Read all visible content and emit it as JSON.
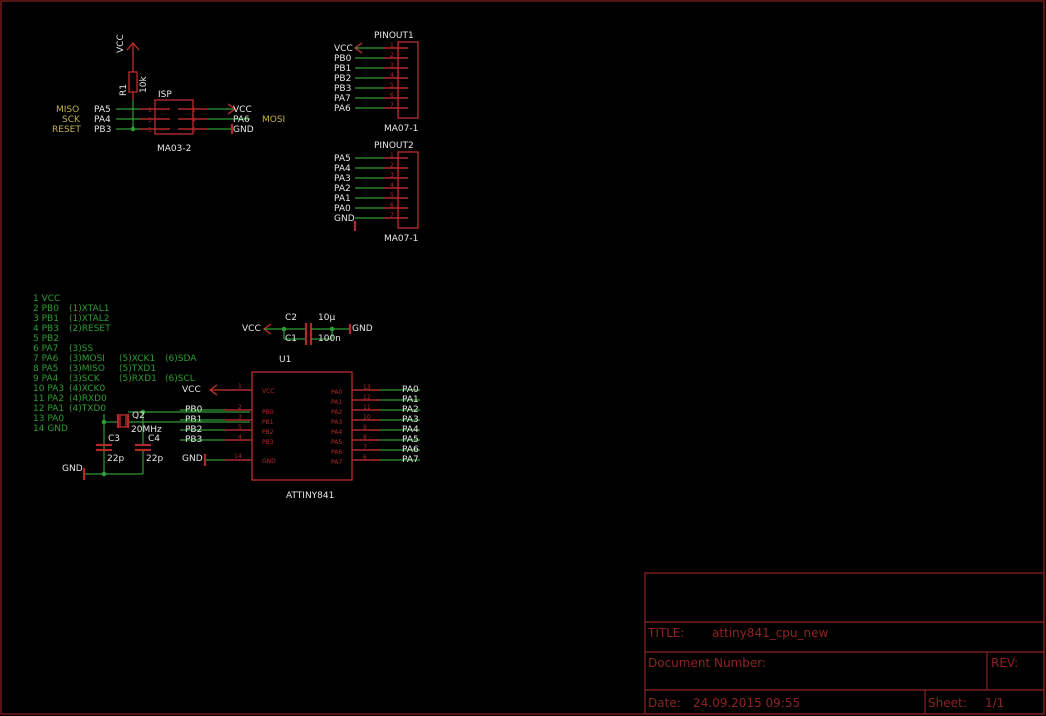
{
  "power": {
    "vcc": "VCC",
    "gnd": "GND"
  },
  "r1": {
    "name": "R1",
    "value": "10k"
  },
  "isp": {
    "name": "ISP",
    "value": "MA03-2",
    "pins": [
      "1",
      "2",
      "3",
      "4",
      "5",
      "6"
    ],
    "left_nets": [
      "PA5",
      "PA4",
      "PB3"
    ],
    "right_nets": [
      "VCC",
      "PA6",
      "GND"
    ],
    "left_labels": [
      "MISO",
      "SCK",
      "RESET"
    ],
    "right_label": "MOSI"
  },
  "pinout1": {
    "name": "PINOUT1",
    "value": "MA07-1",
    "pins": [
      "1",
      "2",
      "3",
      "4",
      "5",
      "6",
      "7"
    ],
    "nets": [
      "VCC",
      "PB0",
      "PB1",
      "PB2",
      "PB3",
      "PA7",
      "PA6"
    ]
  },
  "pinout2": {
    "name": "PINOUT2",
    "value": "MA07-1",
    "pins": [
      "1",
      "2",
      "3",
      "4",
      "5",
      "6",
      "7"
    ],
    "nets": [
      "PA5",
      "PA4",
      "PA3",
      "PA2",
      "PA1",
      "PA0",
      "GND"
    ]
  },
  "notes": [
    {
      "a": "1  VCC",
      "b": "",
      "c": "",
      "d": ""
    },
    {
      "a": "2  PB0",
      "b": "(1)XTAL1",
      "c": "",
      "d": ""
    },
    {
      "a": "3  PB1",
      "b": "(1)XTAL2",
      "c": "",
      "d": ""
    },
    {
      "a": "4  PB3",
      "b": "(2)RESET",
      "c": "",
      "d": ""
    },
    {
      "a": "5  PB2",
      "b": "",
      "c": "",
      "d": ""
    },
    {
      "a": "6  PA7",
      "b": "(3)SS",
      "c": "",
      "d": ""
    },
    {
      "a": "7  PA6",
      "b": "(3)MOSI",
      "c": "(5)XCK1",
      "d": "(6)SDA"
    },
    {
      "a": "8  PA5",
      "b": "(3)MISO",
      "c": "(5)TXD1",
      "d": ""
    },
    {
      "a": "9  PA4",
      "b": "(3)SCK",
      "c": "(5)RXD1",
      "d": "(6)SCL"
    },
    {
      "a": "10 PA3",
      "b": "(4)XCK0",
      "c": "",
      "d": ""
    },
    {
      "a": "11 PA2",
      "b": "(4)RXD0",
      "c": "",
      "d": ""
    },
    {
      "a": "12 PA1",
      "b": "(4)TXD0",
      "c": "",
      "d": ""
    },
    {
      "a": "13 PA0",
      "b": "",
      "c": "",
      "d": ""
    },
    {
      "a": "14 GND",
      "b": "",
      "c": "",
      "d": ""
    }
  ],
  "caps": {
    "c2": {
      "name": "C2",
      "value": "10µ"
    },
    "c1": {
      "name": "C1",
      "value": "100n"
    },
    "c3": {
      "name": "C3",
      "value": "22p"
    },
    "c4": {
      "name": "C4",
      "value": "22p"
    }
  },
  "crystal": {
    "name": "Q2",
    "value": "20MHz"
  },
  "u1": {
    "name": "U1",
    "value": "ATTINY841",
    "pin_vcc": "VCC",
    "pin_gnd": "GND",
    "vcc_pin": "1",
    "gnd_pin": "14",
    "left_pins": [
      "PB0",
      "PB1",
      "PB2",
      "PB3"
    ],
    "left_nums": [
      "2",
      "3",
      "5",
      "4"
    ],
    "left_nets": [
      "PB0",
      "PB1",
      "PB2",
      "PB3"
    ],
    "right_pins": [
      "PA0",
      "PA1",
      "PA2",
      "PA3",
      "PA4",
      "PA5",
      "PA6",
      "PA7"
    ],
    "right_nums": [
      "13",
      "12",
      "11",
      "10",
      "9",
      "8",
      "7",
      "6"
    ],
    "right_nets": [
      "PA0",
      "PA1",
      "PA2",
      "PA3",
      "PA4",
      "PA5",
      "PA6",
      "PA7"
    ]
  },
  "titleblock": {
    "title_label": "TITLE:",
    "title": "attiny841_cpu_new",
    "docnum_label": "Document Number:",
    "rev_label": "REV:",
    "date_label": "Date:",
    "date": "24.09.2015 09:55",
    "sheet_label": "Sheet:",
    "sheet": "1/1"
  }
}
